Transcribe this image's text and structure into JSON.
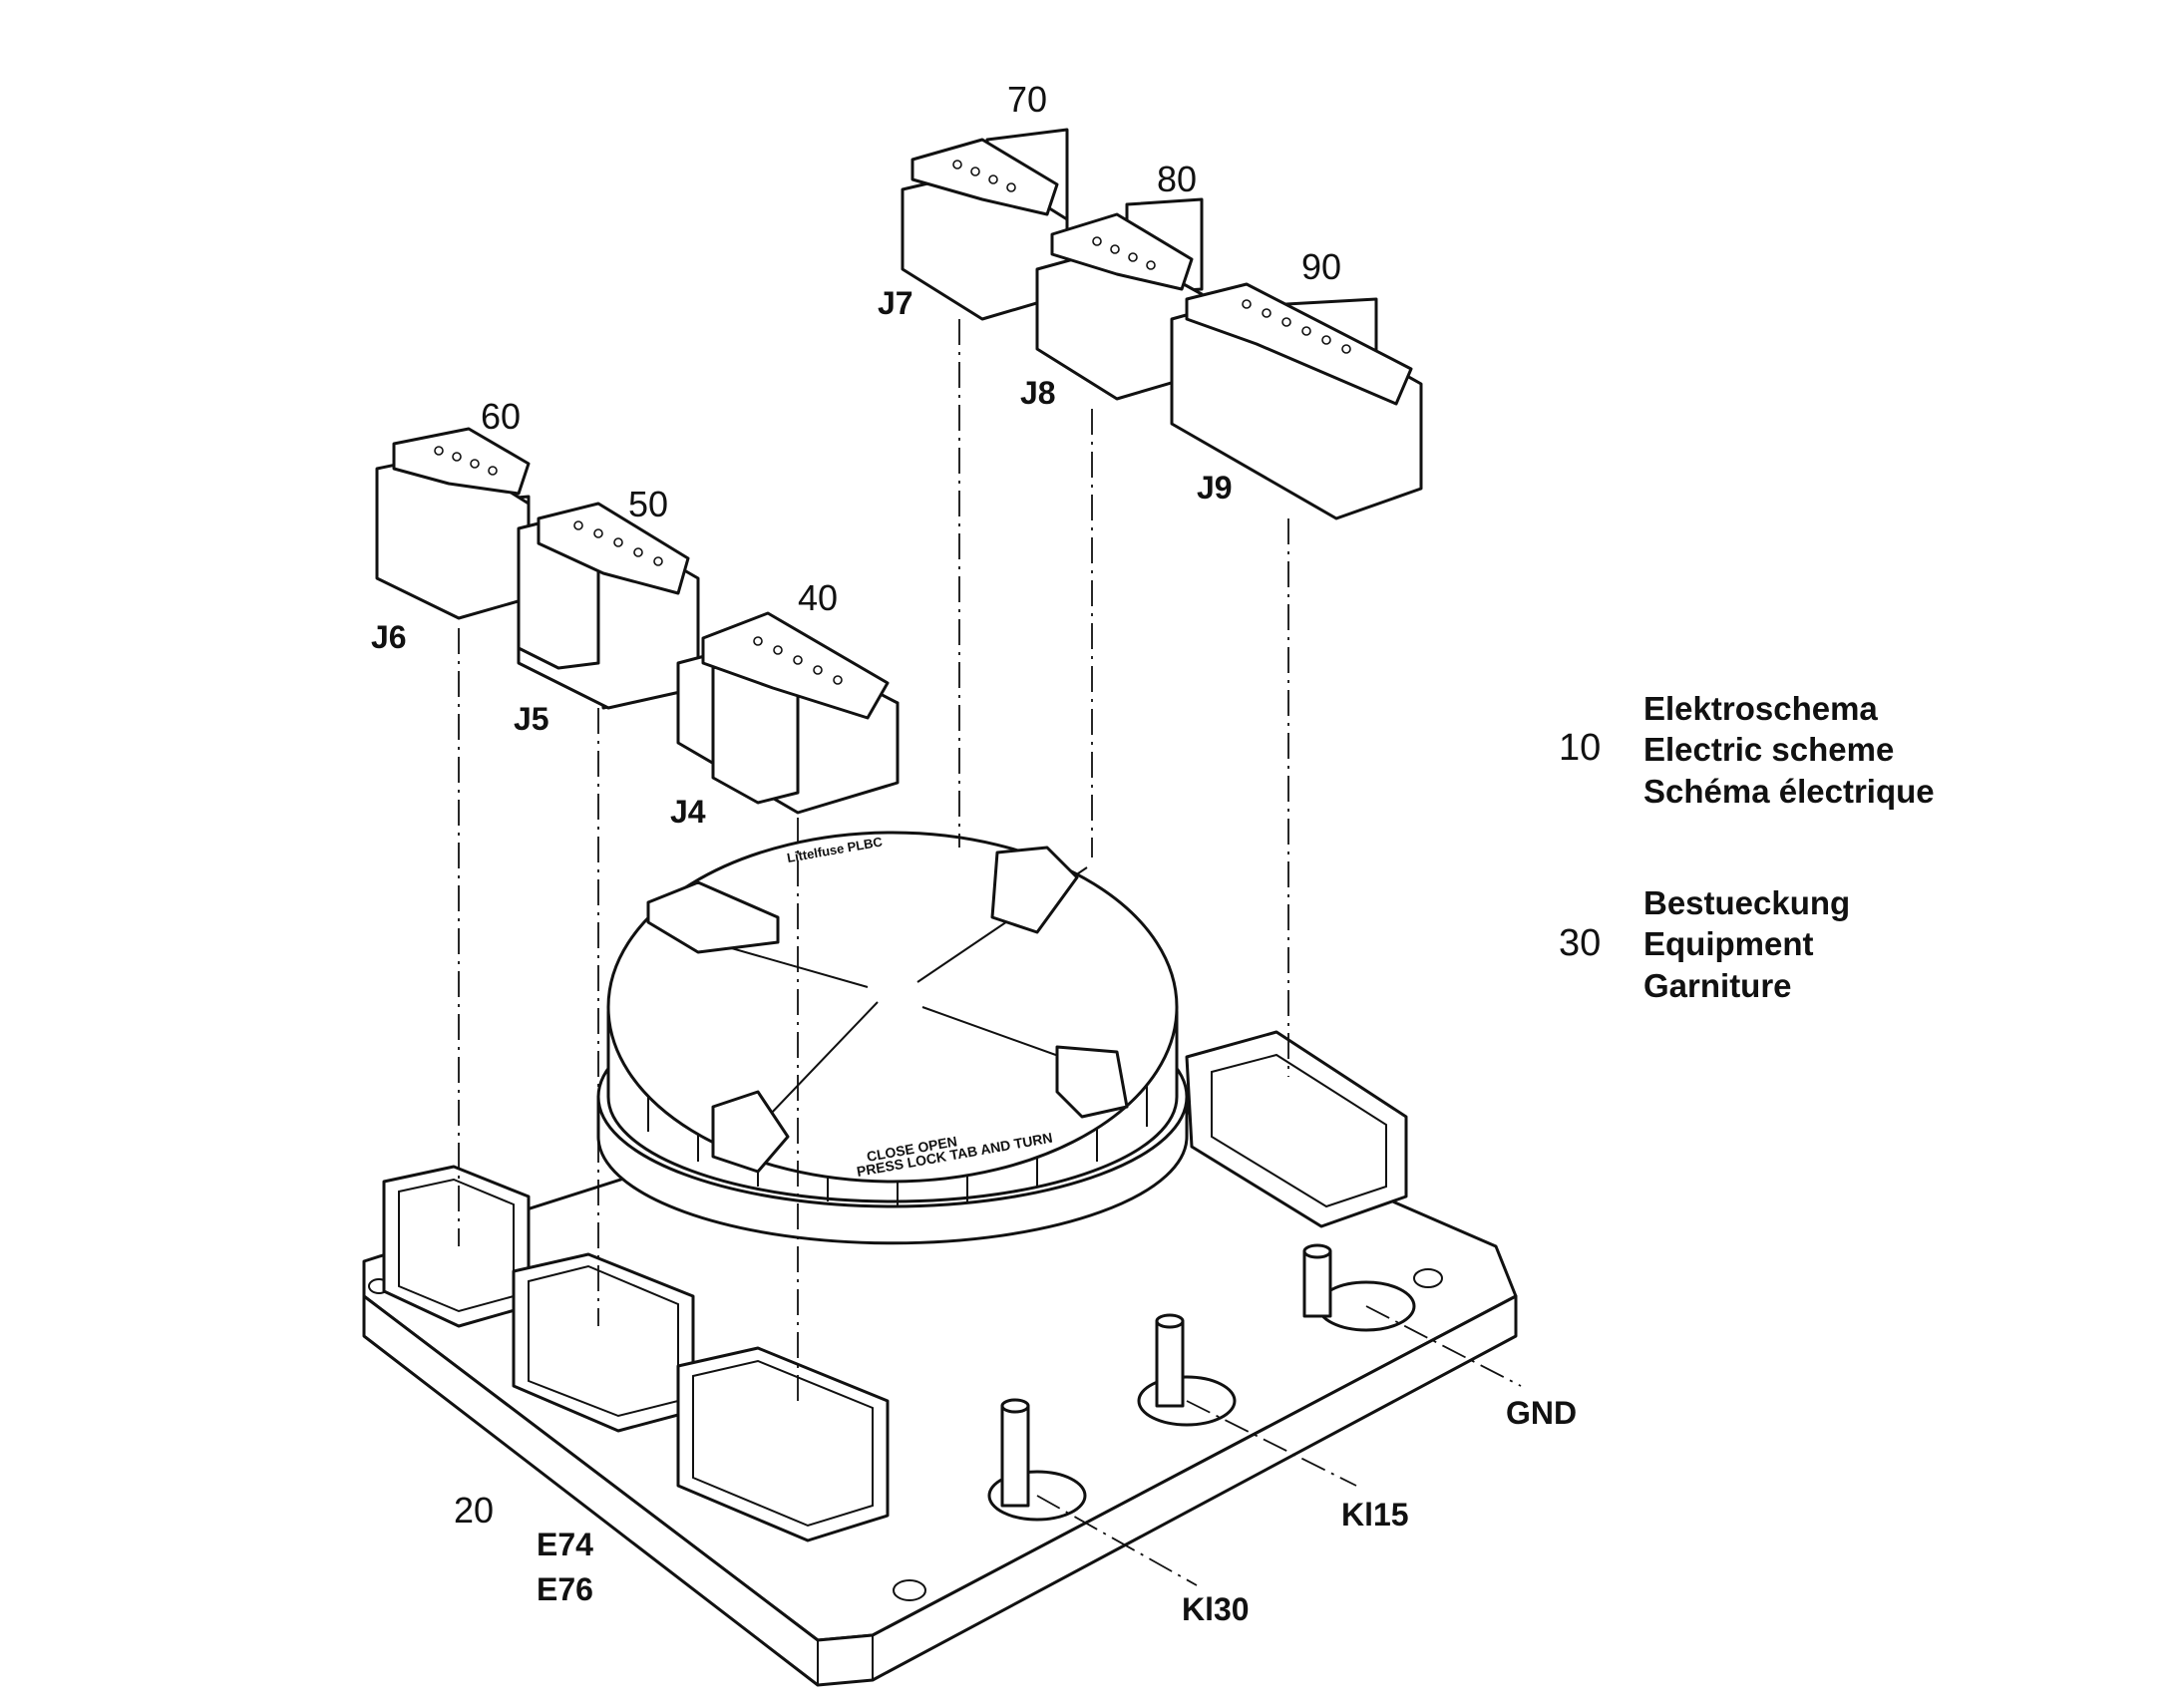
{
  "parts": {
    "p70": "70",
    "p80": "80",
    "p90": "90",
    "p60": "60",
    "p50": "50",
    "p40": "40",
    "p20": "20"
  },
  "connectors": {
    "j4": "J4",
    "j5": "J5",
    "j6": "J6",
    "j7": "J7",
    "j8": "J8",
    "j9": "J9"
  },
  "variants": [
    "E74",
    "E76"
  ],
  "terminals": {
    "gnd": "GND",
    "kl15": "Kl15",
    "kl30": "Kl30"
  },
  "legend": [
    {
      "number": "10",
      "lines": [
        "Elektroschema",
        "Electric scheme",
        "Schéma électrique"
      ]
    },
    {
      "number": "30",
      "lines": [
        "Bestueckung",
        "Equipment",
        "Garniture"
      ]
    }
  ]
}
